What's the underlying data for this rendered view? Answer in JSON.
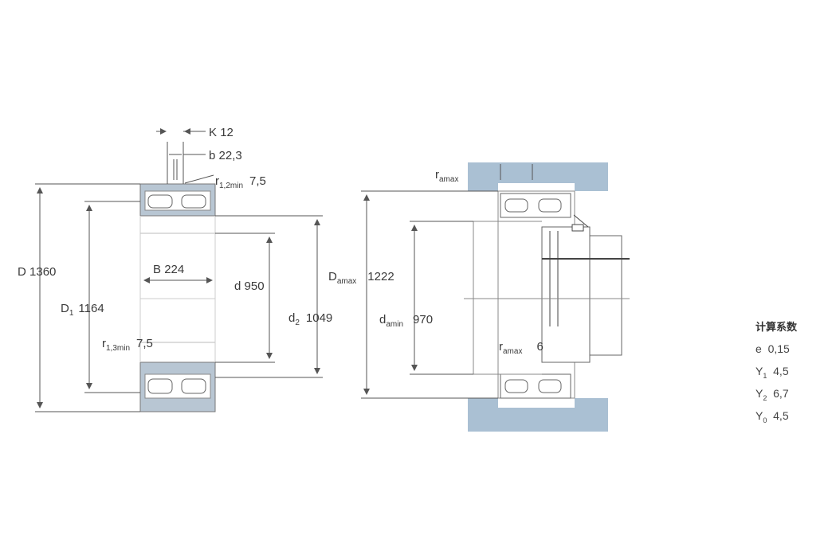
{
  "bearing": {
    "K": {
      "label": "K",
      "value": "12"
    },
    "b": {
      "label": "b",
      "value": "22,3"
    },
    "r12min": {
      "label": "r",
      "sub": "1,2min",
      "value": "7,5"
    },
    "D": {
      "label": "D",
      "value": "1360"
    },
    "D1": {
      "label": "D",
      "sub": "1",
      "value": "1164"
    },
    "B": {
      "label": "B",
      "value": "224"
    },
    "d": {
      "label": "d",
      "value": "950"
    },
    "d2": {
      "label": "d",
      "sub": "2",
      "value": "1049"
    },
    "r34min": {
      "label": "r",
      "sub": "1,3min",
      "value": "7,5"
    }
  },
  "mounting": {
    "ramax_top": {
      "label": "r",
      "sub": "amax"
    },
    "Damax": {
      "label": "D",
      "sub": "amax",
      "value": "1222"
    },
    "damin": {
      "label": "d",
      "sub": "amin",
      "value": "970"
    },
    "ramax": {
      "label": "r",
      "sub": "amax",
      "value": "6"
    }
  },
  "calc": {
    "title": "计算系数",
    "rows": [
      {
        "label": "e",
        "sub": "",
        "value": "0,15"
      },
      {
        "label": "Y",
        "sub": "1",
        "value": "4,5"
      },
      {
        "label": "Y",
        "sub": "2",
        "value": "6,7"
      },
      {
        "label": "Y",
        "sub": "0",
        "value": "4,5"
      }
    ]
  },
  "colors": {
    "housing": "#aac0d3",
    "steel": "#b8c6d3",
    "line": "#555555"
  }
}
